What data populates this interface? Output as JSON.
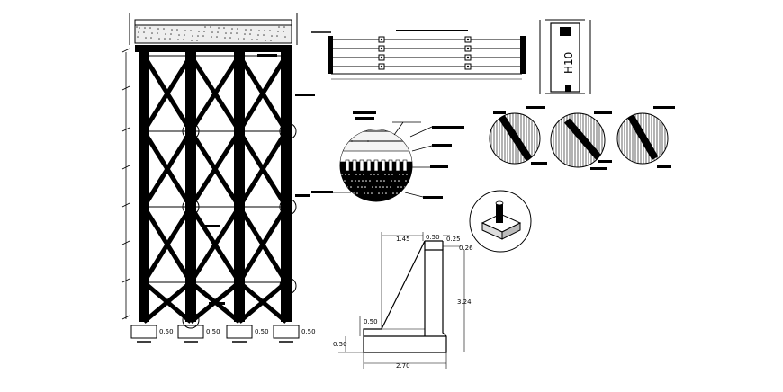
{
  "drawing": {
    "tower": {
      "footing_labels": [
        "0.50",
        "0.50",
        "0.50",
        "0.50"
      ]
    },
    "beam_section_label": "H10",
    "abutment": {
      "dimensions": {
        "top_left": "1.45",
        "top_mid": "0.50",
        "top_right": "0.25",
        "right_small": "0.26",
        "height": "3.24",
        "mid_left": "0.50",
        "base_left": "0.50",
        "bottom_width": "2.70"
      }
    }
  }
}
